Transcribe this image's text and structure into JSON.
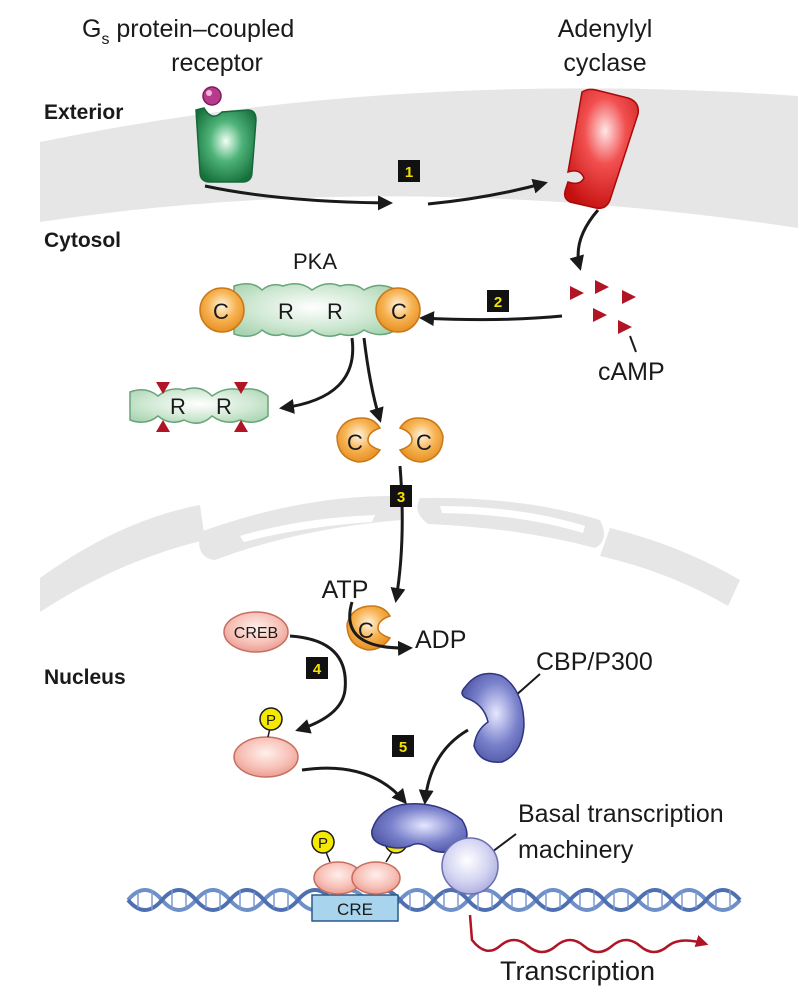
{
  "labels": {
    "receptor_line1_prefix": "G",
    "receptor_line1_sub": "s",
    "receptor_line1_rest": " protein–coupled",
    "receptor_line2": "receptor",
    "cyclase_line1": "Adenylyl",
    "cyclase_line2": "cyclase",
    "exterior": "Exterior",
    "cytosol": "Cytosol",
    "nucleus": "Nucleus",
    "pka": "PKA",
    "camp": "cAMP",
    "atp": "ATP",
    "adp": "ADP",
    "creb": "CREB",
    "cbp": "CBP/P300",
    "basal_line1": "Basal transcription",
    "basal_line2": "machinery",
    "cre": "CRE",
    "transcription": "Transcription",
    "c": "C",
    "r": "R",
    "p": "P"
  },
  "steps": [
    "1",
    "2",
    "3",
    "4",
    "5"
  ],
  "colors": {
    "membrane": "#e6e6e6",
    "receptor": "#1f8a4c",
    "cyclase": "#e01c1c",
    "camp": "#b01425",
    "pka_c": "#f3a033",
    "pka_r": "#cfe8d3",
    "creb": "#f5b8ad",
    "phosphate": "#f5e900",
    "cbp": "#5c64b4",
    "basal": "#c7c8ec",
    "dna": "#6f8fc9",
    "cre_box": "#a8d4ee",
    "transcription_arrow": "#b01425"
  }
}
